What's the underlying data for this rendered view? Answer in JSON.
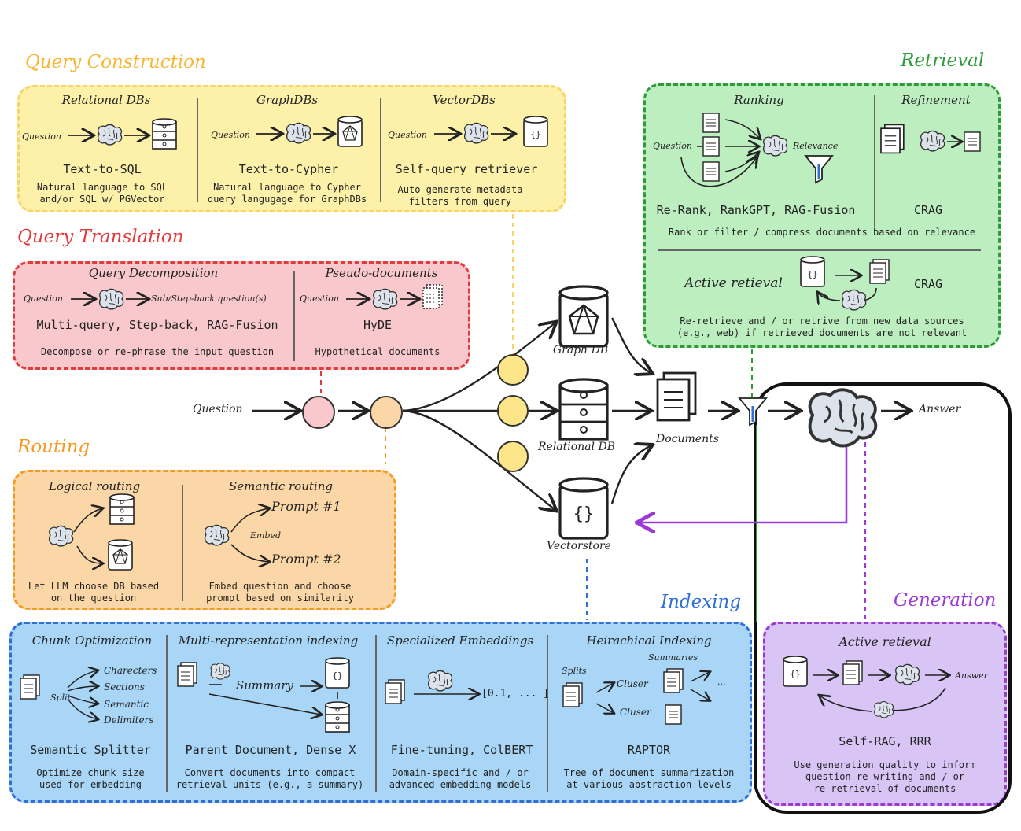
{
  "colors": {
    "query_construction": "#f7b733",
    "query_construction_bg": "#fdf0a8",
    "query_translation": "#e23b3b",
    "query_translation_bg": "#f9c8cc",
    "routing": "#f39a23",
    "routing_bg": "#fbd6a6",
    "retrieval": "#2e9b3a",
    "retrieval_bg": "#bdeec0",
    "indexing": "#2f6fd6",
    "indexing_bg": "#a9d6f7",
    "generation": "#9b3bd6",
    "generation_bg": "#d8c5f5"
  },
  "sections": {
    "query_construction": {
      "title": "Query Construction",
      "columns": [
        {
          "heading": "Relational DBs",
          "flow_label": "Question",
          "method": "Text-to-SQL",
          "desc_1": "Natural language to SQL",
          "desc_2": "and/or SQL w/ PGVector"
        },
        {
          "heading": "GraphDBs",
          "flow_label": "Question",
          "method": "Text-to-Cypher",
          "desc_1": "Natural language to Cypher",
          "desc_2": "query langugage for GraphDBs"
        },
        {
          "heading": "VectorDBs",
          "flow_label": "Question",
          "method": "Self-query retriever",
          "desc_1": "Auto-generate metadata",
          "desc_2": "filters from query"
        }
      ]
    },
    "query_translation": {
      "title": "Query Translation",
      "left": {
        "heading": "Query Decomposition",
        "flow_label": "Question",
        "flow_out": "Sub/Step-back question(s)",
        "method": "Multi-query, Step-back, RAG-Fusion",
        "desc": "Decompose or re-phrase the input question"
      },
      "right": {
        "heading": "Pseudo-documents",
        "flow_label": "Question",
        "method": "HyDE",
        "desc": "Hypothetical documents"
      }
    },
    "routing": {
      "title": "Routing",
      "left": {
        "heading": "Logical routing",
        "desc_1": "Let LLM choose DB based",
        "desc_2": "on the question"
      },
      "right": {
        "heading": "Semantic routing",
        "prompt_1": "Prompt #1",
        "embed": "Embed",
        "prompt_2": "Prompt #2",
        "desc_1": "Embed question and choose",
        "desc_2": "prompt based on similarity"
      }
    },
    "retrieval": {
      "title": "Retrieval",
      "ranking": {
        "heading": "Ranking",
        "flow_label": "Question",
        "relevance": "Relevance",
        "method": "Re-Rank, RankGPT, RAG-Fusion"
      },
      "refinement": {
        "heading": "Refinement",
        "method": "CRAG"
      },
      "desc": "Rank or filter / compress documents based on relevance",
      "active": {
        "label": "Active retieval",
        "method": "CRAG",
        "desc_1": "Re-retrieve and / or retrive from new data sources",
        "desc_2": "(e.g., web) if retrieved documents are not relevant"
      }
    },
    "indexing": {
      "title": "Indexing",
      "columns": [
        {
          "heading": "Chunk Optimization",
          "split": "Split",
          "items": [
            "Charecters",
            "Sections",
            "Semantic",
            "Delimiters"
          ],
          "method": "Semantic Splitter",
          "desc_1": "Optimize chunk size",
          "desc_2": "used for embedding"
        },
        {
          "heading": "Multi-representation indexing",
          "summary": "Summary",
          "method": "Parent Document, Dense X",
          "desc_1": "Convert documents into compact",
          "desc_2": "retrieval units (e.g., a summary)"
        },
        {
          "heading": "Specialized Embeddings",
          "vector": "[0.1, ... ]",
          "method": "Fine-tuning, ColBERT",
          "desc_1": "Domain-specific and / or",
          "desc_2": "advanced embedding models"
        },
        {
          "heading": "Heirachical Indexing",
          "splits": "Splits",
          "summaries": "Summaries",
          "cluster_1": "Cluser",
          "cluster_2": "Cluser",
          "ellipsis": "...",
          "method": "RAPTOR",
          "desc_1": "Tree of document summarization",
          "desc_2": "at various abstraction levels"
        }
      ]
    },
    "generation": {
      "title": "Generation",
      "heading": "Active retieval",
      "answer": "Answer",
      "method": "Self-RAG, RRR",
      "desc_1": "Use generation quality to inform",
      "desc_2": "question re-writing and / or",
      "desc_3": "re-retrieval of documents"
    }
  },
  "center": {
    "question": "Question",
    "graph_db": "Graph DB",
    "relational_db": "Relational DB",
    "vectorstore": "Vectorstore",
    "documents": "Documents",
    "answer": "Answer"
  },
  "icons": {
    "brain": "brain-icon",
    "database": "database-icon",
    "graph": "graph-db-icon",
    "vector": "vector-db-icon",
    "document": "document-icon",
    "funnel": "funnel-icon"
  }
}
